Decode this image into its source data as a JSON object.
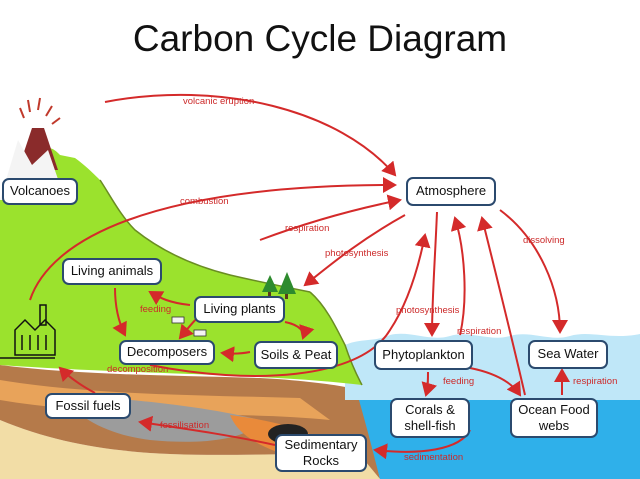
{
  "title": "Carbon Cycle Diagram",
  "nodes": {
    "volcanoes": "Volcanoes",
    "atmosphere": "Atmosphere",
    "living_animals": "Living animals",
    "living_plants": "Living plants",
    "decomposers": "Decomposers",
    "soils_peat": "Soils & Peat",
    "fossil_fuels": "Fossil fuels",
    "sedimentary_rocks": "Sedimentary\nRocks",
    "phytoplankton": "Phytoplankton",
    "sea_water": "Sea Water",
    "corals": "Corals &\nshell-fish",
    "ocean_food_webs": "Ocean Food\nwebs"
  },
  "labels": {
    "volcanic_eruption": "volcanic eruption",
    "combustion": "combustion",
    "respiration_land": "respiration",
    "photosynthesis_land": "photosynthesis",
    "feeding_land": "feeding",
    "decomposition": "decomposition",
    "fossilisation": "fossilisation",
    "sedimentation": "sedimentation",
    "photosynthesis_ocean": "photosynthesis",
    "respiration_ocean": "respiration",
    "dissolving": "dissolving",
    "feeding_ocean": "feeding",
    "respiration_sea": "respiration"
  },
  "colors": {
    "arrow": "#d42a2a",
    "land": "#9be22d",
    "ocean": "#2fb0ea",
    "ocean_surface": "#bfe7f8",
    "rock": "#b57a4a",
    "node_border": "#2b4a6e"
  }
}
